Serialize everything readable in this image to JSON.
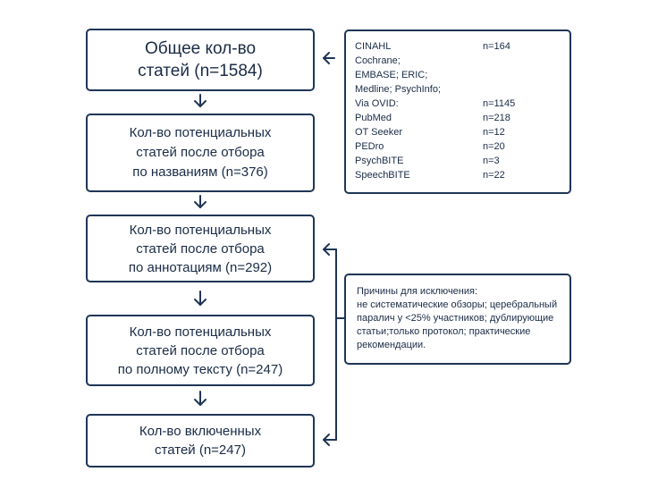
{
  "flow": {
    "total": [
      "Общее кол-во",
      "статей (n=1584)"
    ],
    "by_title": [
      "Кол-во потенциальных",
      "статей после отбора",
      "по названиям (n=376)"
    ],
    "by_abstract": [
      "Кол-во потенциальных",
      "статей после отбора",
      "по аннотациям (n=292)"
    ],
    "by_fulltext": [
      "Кол-во потенциальных",
      "статей после отбора",
      "по полному тексту (n=247)"
    ],
    "included": [
      "Кол-во включенных",
      "статей (n=247)"
    ]
  },
  "sources": [
    {
      "name": "CINAHL",
      "count": "n=164"
    },
    {
      "name": "Cochrane;",
      "count": ""
    },
    {
      "name": "EMBASE; ERIC;",
      "count": ""
    },
    {
      "name": "Medline; PsychInfo;",
      "count": ""
    },
    {
      "name": "Via OVID:",
      "count": "n=1145"
    },
    {
      "name": "PubMed",
      "count": "n=218"
    },
    {
      "name": "OT Seeker",
      "count": "n=12"
    },
    {
      "name": "PEDro",
      "count": "n=20"
    },
    {
      "name": "PsychBITE",
      "count": "n=3"
    },
    {
      "name": "SpeechBITE",
      "count": "n=22"
    }
  ],
  "exclusion": [
    "Причины для исключения:",
    "не систематические обзоры; церебральный",
    "паралич у <25% участников; дублирующие",
    "статьи;только протокол; практические",
    "рекомендации."
  ]
}
